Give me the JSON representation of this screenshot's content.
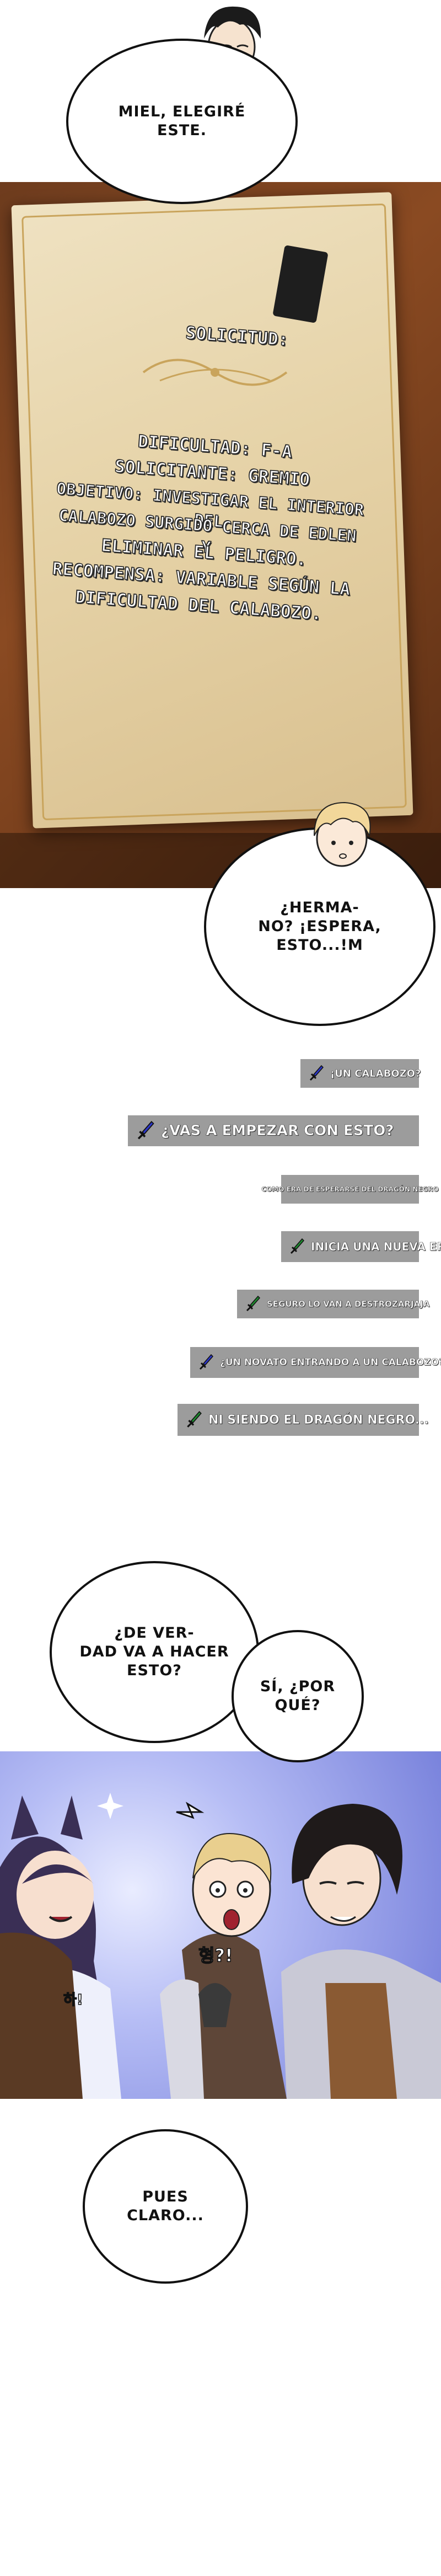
{
  "bubbles": {
    "b1": "MIEL, ELEGIRÉ\nESTE.",
    "b2": "¿HERMA-\nNO? ¡ESPERA,\nESTO...!M",
    "b3": "¿DE VER-\nDAD VA A HACER\nESTO?",
    "b4": "SÍ, ¿POR\nQUÉ?",
    "b5": "PUES\nCLARO..."
  },
  "document": {
    "heading": "SOLICITUD:",
    "line1": "DIFICULTAD: F-A",
    "line2": "SOLICITANTE: GREMIO",
    "line3": "OBJETIVO: INVESTIGAR EL INTERIOR DEL",
    "line4": "CALABOZO SURGIDO CERCA DE EDLEN Y",
    "line5": "ELIMINAR EL PELIGRO.",
    "line6": "RECOMPENSA: VARIABLE SEGÚN LA",
    "line7": "DIFICULTAD DEL CALABOZO."
  },
  "comments": [
    {
      "text": "¡UN CALABOZO?",
      "dagger_color": "#2b36c9"
    },
    {
      "text": "¿VAS A EMPEZAR CON ESTO?",
      "dagger_color": "#2b36c9"
    },
    {
      "text": "COMO ERA DE ESPERARSE DEL DRAGÓN NEGRO",
      "dagger_color": "none"
    },
    {
      "text": "INICIA UNA NUEVA ERA",
      "dagger_color": "#1d8a2e"
    },
    {
      "text": "SEGURO LO VAN A DESTROZARJAJA",
      "dagger_color": "#1d8a2e"
    },
    {
      "text": "¿UN NOVATO ENTRANDO A UN CALABOZO?",
      "dagger_color": "#2b36c9"
    },
    {
      "text": "NI SIENDO EL DRAGÓN NEGRO...",
      "dagger_color": "#1d8a2e"
    }
  ],
  "sfx": {
    "s1": "형?!",
    "s2": "하!"
  }
}
